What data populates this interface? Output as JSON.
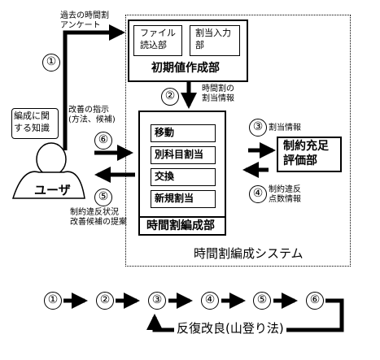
{
  "labels": {
    "survey_line1": "過去の時間割",
    "survey_line2": "アンケート",
    "knowledge_line1": "編成に関",
    "knowledge_line2": "する知識",
    "user": "ユーザ",
    "instruction_line1": "改善の指示",
    "instruction_line2": "(方法、候補)",
    "report_line1": "制約違反状況",
    "report_line2": "改善候補の提案",
    "timetable_info_line1": "時間割の",
    "timetable_info_line2": "割当情報",
    "assign_info": "割当情報",
    "violation_line1": "制約違反",
    "violation_line2": "点数情報",
    "system": "時間割編成システム",
    "iteration": "反復改良(山登り法)"
  },
  "init_unit": {
    "title": "初期値作成部",
    "file_line1": "ファイル",
    "file_line2": "読込部",
    "input_line1": "割当入力",
    "input_line2": "部"
  },
  "edit_unit": {
    "title": "時間割編成部",
    "ops": [
      "移動",
      "別科目割当",
      "交換",
      "新規割当"
    ]
  },
  "eval_unit": {
    "line1": "制約充足",
    "line2": "評価部"
  },
  "steps": [
    "①",
    "②",
    "③",
    "④",
    "⑤",
    "⑥"
  ]
}
